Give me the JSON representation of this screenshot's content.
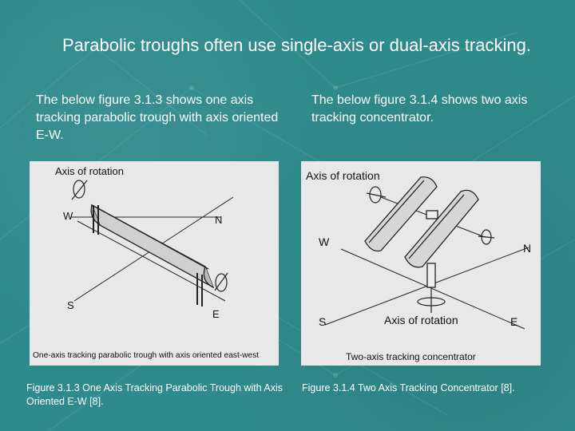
{
  "slide": {
    "title": "Parabolic troughs often use single-axis or dual-axis tracking.",
    "left": {
      "description": "The below figure 3.1.3 shows one axis tracking parabolic trough with axis oriented E-W.",
      "caption": "Figure 3.1.3 One Axis Tracking Parabolic Trough with Axis Oriented E-W [8].",
      "figure": {
        "axis_label": "Axis of rotation",
        "w": "W",
        "n": "N",
        "s": "S",
        "e": "E",
        "caption_in_image": "One-axis tracking parabolic trough with axis oriented east-west"
      }
    },
    "right": {
      "description": "The below figure 3.1.4 shows two axis tracking concentrator.",
      "caption": "Figure 3.1.4 Two Axis Tracking Concentrator [8].",
      "figure": {
        "axis_label_top": "Axis of rotation",
        "axis_label_bottom": "Axis of rotation",
        "w": "W",
        "n": "N",
        "s": "S",
        "e": "E",
        "caption_in_image": "Two-axis tracking concentrator"
      }
    }
  },
  "colors": {
    "background": "#2f8a8c",
    "text": "#ffffff",
    "figure_bg": "#e8e8e8"
  }
}
